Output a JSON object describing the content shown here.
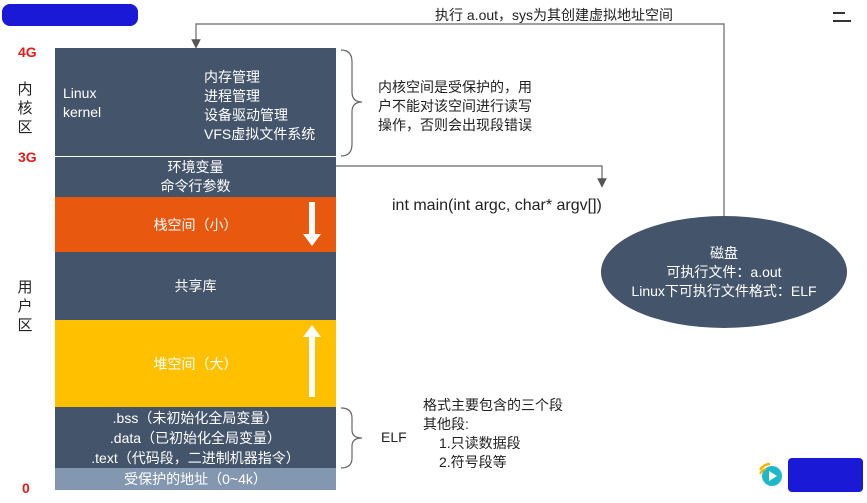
{
  "top_arrow_label": "执行 a.out，sys为其创建虚拟地址空间",
  "menu_icon": "menu-icon",
  "address_labels": {
    "4g": "4G",
    "3g": "3G",
    "0": "0"
  },
  "side_labels": {
    "kernel_area": [
      "内",
      "核",
      "区"
    ],
    "user_area": [
      "用",
      "户",
      "区"
    ]
  },
  "kernel_block": {
    "left": "Linux\nkernel",
    "items": [
      "内存管理",
      "进程管理",
      "设备驱动管理",
      "VFS虚拟文件系统"
    ]
  },
  "kernel_note": [
    "内核空间是受保护的，用",
    "户不能对该空间进行读写",
    "操作，否则会出现段错误"
  ],
  "env_block": [
    "环境变量",
    "命令行参数"
  ],
  "main_signature": "int main(int argc, char* argv[])",
  "stack_block": "栈空间（小）",
  "shared_lib_block": "共享库",
  "heap_block": "堆空间（大）",
  "segments_block": [
    ".bss（未初始化全局变量）",
    ".data（已初始化全局变量）",
    ".text（代码段，二进制机器指令）"
  ],
  "protected_block": "受保护的地址（0~4k）",
  "elf_label": "ELF",
  "elf_note": [
    "格式主要包含的三个段",
    "其他段:",
    "1.只读数据段",
    "2.符号段等"
  ],
  "disk": {
    "title": "磁盘",
    "line1": "可执行文件：a.out",
    "line2": "Linux下可执行文件格式：ELF"
  },
  "colors": {
    "dark_block": "#44546a",
    "stack": "#e8580f",
    "heap": "#ffc000",
    "protected": "#8497b0",
    "disk": "#44546a",
    "label_red": "#e21b1b"
  }
}
